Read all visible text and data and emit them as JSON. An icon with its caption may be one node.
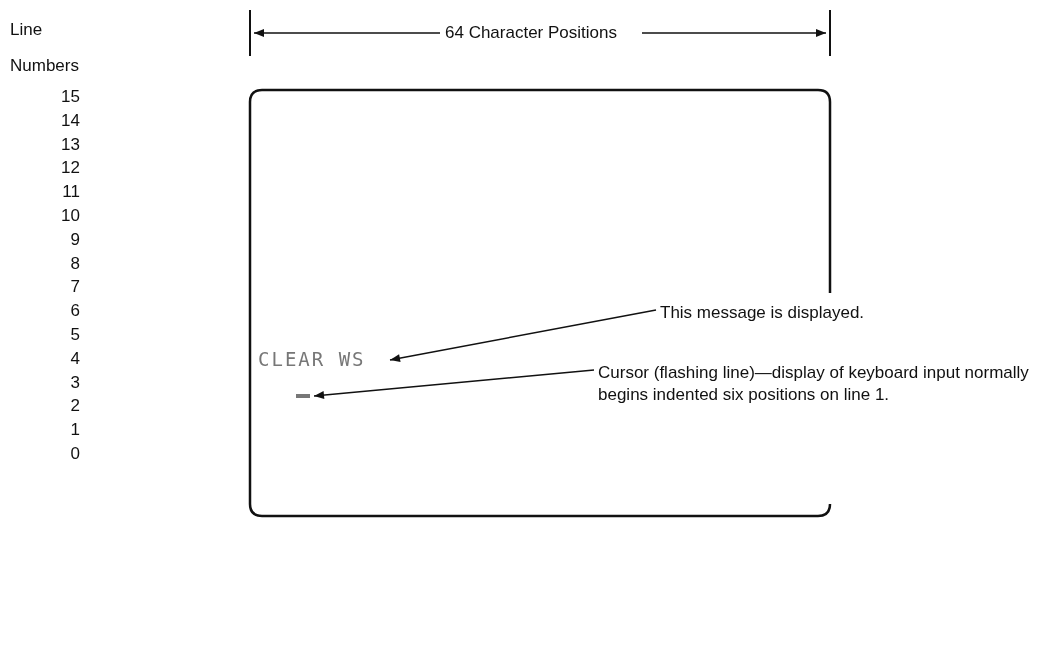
{
  "diagram": {
    "nodes": [
      {
        "text": [],
        "shape": "box"
      },
      {
        "text": [
          "CLEAR WS"
        ],
        "in": 0
      },
      {
        "text": [],
        "shape": "bar",
        "in": 0
      },
      {
        "text": [
          "This message is displayed."
        ]
      },
      {
        "text": [
          "Cursor (flashing line)—display of keyboard input normally begins indented six positions on line 1."
        ]
      }
    ],
    "edges": [
      {
        "from": 3,
        "to": 1,
        "arrow": "to"
      },
      {
        "from": 4,
        "to": 2,
        "arrow": "to"
      }
    ],
    "labels": [
      "Line Numbers",
      "64 Character Positions",
      "15",
      "14",
      "13",
      "12",
      "11",
      "10",
      "9",
      "8",
      "7",
      "6",
      "5",
      "4",
      "3",
      "2",
      "1",
      "0"
    ]
  }
}
